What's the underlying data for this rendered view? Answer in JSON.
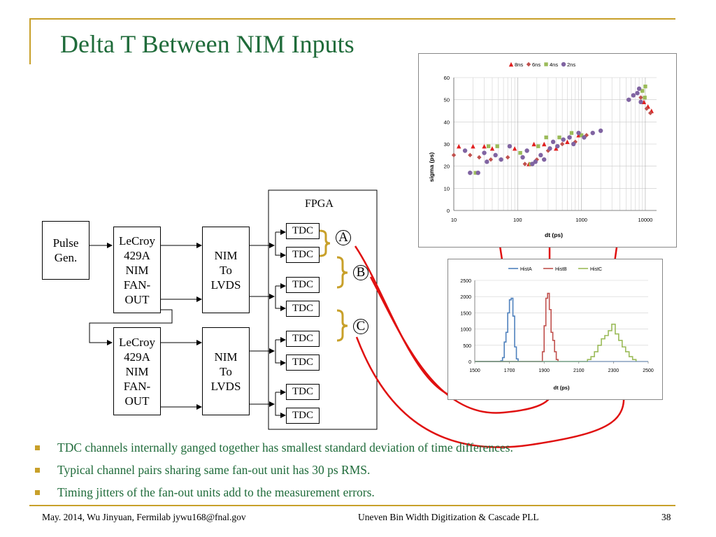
{
  "slide": {
    "title": "Delta T Between NIM Inputs",
    "accent_color": "#c8a02a",
    "title_color": "#1f6b3a"
  },
  "diagram": {
    "pulse_gen": "Pulse Gen.",
    "fanout_label": "LeCroy 429A NIM FAN-OUT",
    "fanout_lines": [
      "LeCroy",
      "429A",
      "NIM",
      "FAN-",
      "OUT"
    ],
    "nim_lvds_lines": [
      "NIM",
      "To",
      "LVDS"
    ],
    "fpga_label": "FPGA",
    "tdc_label": "TDC",
    "markers": [
      "A",
      "B",
      "C"
    ]
  },
  "chart_data": [
    {
      "type": "scatter",
      "xlabel": "dt (ps)",
      "ylabel": "sigma (ps)",
      "xscale": "log",
      "xlim": [
        10,
        15000
      ],
      "ylim": [
        0,
        60
      ],
      "x_ticks": [
        "10",
        "100",
        "1000",
        "10000"
      ],
      "y_ticks": [
        "0",
        "10",
        "20",
        "30",
        "40",
        "50",
        "60"
      ],
      "legend": "top",
      "grid": true,
      "series": [
        {
          "name": "8ns",
          "color": "#e02020",
          "marker": "triangle",
          "points": [
            [
              12,
              29
            ],
            [
              20,
              29
            ],
            [
              30,
              29
            ],
            [
              40,
              28
            ],
            [
              90,
              28
            ],
            [
              150,
              21
            ],
            [
              180,
              30
            ],
            [
              260,
              30
            ],
            [
              400,
              28
            ],
            [
              600,
              31
            ],
            [
              900,
              34
            ],
            [
              9500,
              49
            ],
            [
              11000,
              47
            ],
            [
              12500,
              45
            ]
          ]
        },
        {
          "name": "6ns",
          "color": "#c0504d",
          "marker": "diamond",
          "points": [
            [
              10,
              25
            ],
            [
              18,
              25
            ],
            [
              25,
              24
            ],
            [
              38,
              23
            ],
            [
              70,
              24
            ],
            [
              130,
              21
            ],
            [
              200,
              23
            ],
            [
              300,
              27
            ],
            [
              500,
              30
            ],
            [
              800,
              31
            ],
            [
              1200,
              34
            ],
            [
              8500,
              51
            ],
            [
              10500,
              46
            ],
            [
              12000,
              44
            ]
          ]
        },
        {
          "name": "4ns",
          "color": "#9bbb59",
          "marker": "square",
          "points": [
            [
              22,
              17
            ],
            [
              35,
              29
            ],
            [
              48,
              29
            ],
            [
              110,
              26
            ],
            [
              160,
              21
            ],
            [
              210,
              29
            ],
            [
              280,
              33
            ],
            [
              450,
              33
            ],
            [
              700,
              35
            ],
            [
              1000,
              34
            ],
            [
              9000,
              54
            ],
            [
              10000,
              56
            ],
            [
              9800,
              51
            ]
          ]
        },
        {
          "name": "2ns",
          "color": "#8064a2",
          "marker": "circle",
          "points": [
            [
              15,
              27
            ],
            [
              18,
              17
            ],
            [
              24,
              17
            ],
            [
              30,
              26
            ],
            [
              33,
              22
            ],
            [
              45,
              25
            ],
            [
              55,
              23
            ],
            [
              75,
              29
            ],
            [
              120,
              24
            ],
            [
              140,
              27
            ],
            [
              170,
              21
            ],
            [
              190,
              22
            ],
            [
              230,
              25
            ],
            [
              260,
              23
            ],
            [
              320,
              28
            ],
            [
              360,
              31
            ],
            [
              420,
              29
            ],
            [
              520,
              32
            ],
            [
              650,
              33
            ],
            [
              750,
              30
            ],
            [
              900,
              35
            ],
            [
              1100,
              33
            ],
            [
              1500,
              35
            ],
            [
              2000,
              36
            ],
            [
              5500,
              50
            ],
            [
              6500,
              52
            ],
            [
              7500,
              53
            ],
            [
              8000,
              55
            ],
            [
              8500,
              49
            ]
          ]
        }
      ]
    },
    {
      "type": "line",
      "xlabel": "dt (ps)",
      "ylabel": "",
      "xlim": [
        1500,
        2500
      ],
      "ylim": [
        0,
        2500
      ],
      "x_ticks": [
        "1500",
        "1700",
        "1900",
        "2100",
        "2300",
        "2500"
      ],
      "y_ticks": [
        "0",
        "500",
        "1000",
        "1500",
        "2000",
        "2500"
      ],
      "legend": "top",
      "series": [
        {
          "name": "HistA",
          "color": "#4f81bd",
          "x": [
            1640,
            1650,
            1660,
            1670,
            1680,
            1690,
            1700,
            1710,
            1720,
            1730,
            1740,
            1750
          ],
          "y": [
            0,
            20,
            120,
            600,
            900,
            1500,
            1900,
            1950,
            1400,
            450,
            80,
            0
          ]
        },
        {
          "name": "HistB",
          "color": "#c0504d",
          "x": [
            1880,
            1890,
            1900,
            1910,
            1920,
            1930,
            1940,
            1950,
            1960,
            1970,
            1980
          ],
          "y": [
            0,
            300,
            1100,
            1950,
            2100,
            1600,
            900,
            650,
            300,
            60,
            0
          ]
        },
        {
          "name": "HistC",
          "color": "#9bbb59",
          "x": [
            2130,
            2150,
            2170,
            2190,
            2210,
            2230,
            2250,
            2270,
            2290,
            2310,
            2330,
            2350,
            2370,
            2390,
            2410,
            2430
          ],
          "y": [
            0,
            60,
            150,
            300,
            500,
            700,
            800,
            950,
            1150,
            850,
            650,
            450,
            300,
            150,
            60,
            0
          ]
        }
      ]
    }
  ],
  "bullets": [
    "TDC channels internally ganged together has smallest standard deviation of time differences.",
    "Typical channel pairs sharing same fan-out unit has 30 ps RMS.",
    "Timing jitters of the fan-out units add to the measurement errors."
  ],
  "footer": {
    "left": "May. 2014, Wu Jinyuan, Fermilab jywu168@fnal.gov",
    "center": "Uneven Bin Width Digitization & Cascade PLL",
    "page": "38"
  }
}
